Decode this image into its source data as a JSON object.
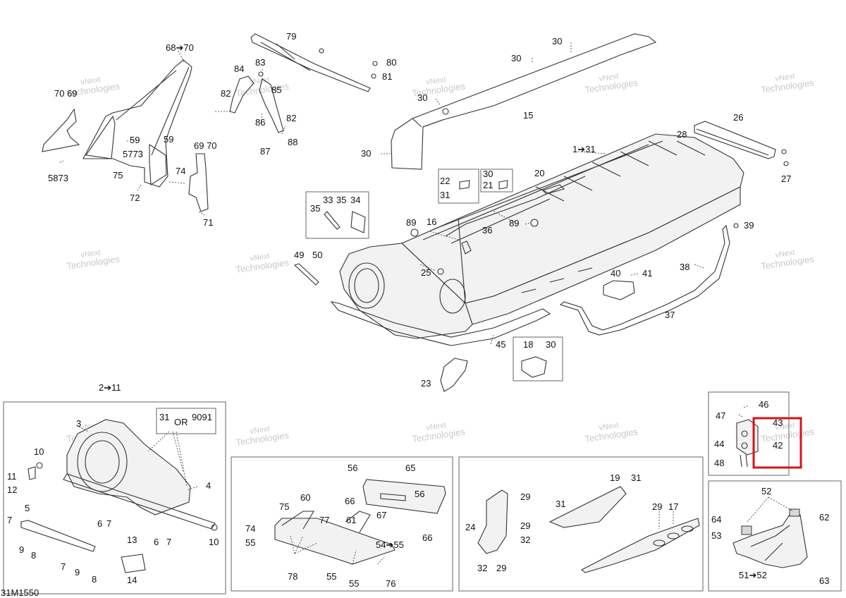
{
  "drawing_code": "31M1550",
  "watermark": {
    "line1": "vNext",
    "line2": "Technologies"
  },
  "callouts": {
    "c68_70": "68➔70",
    "c79": "79",
    "c80": "80",
    "c81": "81",
    "c83": "83",
    "c84": "84",
    "c85": "85",
    "c82a": "82",
    "c82b": "82",
    "c86": "86",
    "c87": "87",
    "c88": "88",
    "c70_69": "70 69",
    "c59a": "59",
    "c59b": "59",
    "c57_73": "5773",
    "c75": "75",
    "c58_73": "5873",
    "c74": "74",
    "c72": "72",
    "c69_70": "69 70",
    "c71": "71",
    "c30a": "30",
    "c30b": "30",
    "c30c": "30",
    "c30d": "30",
    "c15": "15",
    "c26": "26",
    "c28": "28",
    "c27": "27",
    "c1_31": "1➔31",
    "c20": "20",
    "c22": "22",
    "c31a": "31",
    "c30e": "30",
    "c21": "21",
    "c33": "33",
    "c35a": "35",
    "c35b": "35",
    "c34": "34",
    "c89a": "89",
    "c89b": "89",
    "c16": "16",
    "c36": "36",
    "c39": "39",
    "c49": "49",
    "c50": "50",
    "c25": "25",
    "c40": "40",
    "c41": "41",
    "c38": "38",
    "c37": "37",
    "c45": "45",
    "c18": "18",
    "c30f": "30",
    "c23": "23",
    "c2_11": "2➔11",
    "c31b": "31",
    "c_or": "OR",
    "c90_91": "9091",
    "c3": "3",
    "c10a": "10",
    "c11": "11",
    "c12": "12",
    "c4": "4",
    "c6a": "6",
    "c7a": "7",
    "c6b": "6",
    "c7b": "7",
    "c10b": "10",
    "c5": "5",
    "c7c": "7",
    "c9a": "9",
    "c8a": "8",
    "c13": "13",
    "c7d": "7",
    "c9b": "9",
    "c8b": "8",
    "c14": "14",
    "c56a": "56",
    "c65": "65",
    "c56b": "56",
    "c66a": "66",
    "c67": "67",
    "c66b": "66",
    "c75b": "75",
    "c60": "60",
    "c77": "77",
    "c61": "61",
    "c74b": "74",
    "c55a": "55",
    "c54_55": "54➔55",
    "c78": "78",
    "c55b": "55",
    "c55c": "55",
    "c76": "76",
    "c29a": "29",
    "c19": "19",
    "c31c": "31",
    "c31d": "31",
    "c24": "24",
    "c29b": "29",
    "c32a": "32",
    "c29c": "29",
    "c17": "17",
    "c32b": "32",
    "c29d": "29",
    "c46": "46",
    "c47": "47",
    "c43": "43",
    "c44": "44",
    "c42": "42",
    "c48": "48",
    "c52": "52",
    "c64": "64",
    "c62": "62",
    "c53": "53",
    "c51_52": "51➔52",
    "c63": "63"
  }
}
